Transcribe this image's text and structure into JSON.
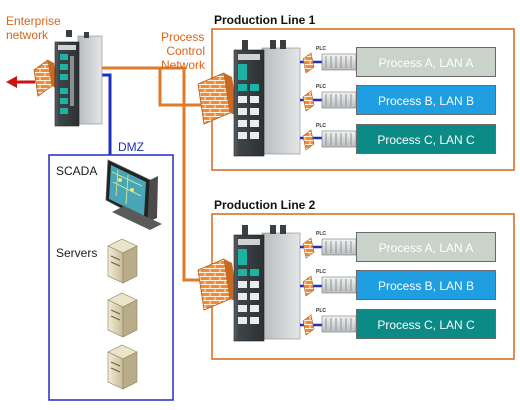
{
  "labels": {
    "enterprise_network": [
      "Enterprise",
      "network"
    ],
    "process_control_network": [
      "Process",
      "Control",
      "Network"
    ],
    "dmz": "DMZ",
    "scada": "SCADA",
    "servers": "Servers",
    "plc": "PLC"
  },
  "production_lines": [
    {
      "title": "Production Line 1",
      "processes": [
        {
          "label": "Process A, LAN A",
          "color": "#c9d3c9"
        },
        {
          "label": "Process B, LAN B",
          "color": "#1f9ee2"
        },
        {
          "label": "Process C, LAN C",
          "color": "#0c8a86"
        }
      ]
    },
    {
      "title": "Production Line 2",
      "processes": [
        {
          "label": "Process A, LAN A",
          "color": "#c9d3c9"
        },
        {
          "label": "Process B, LAN B",
          "color": "#1f9ee2"
        },
        {
          "label": "Process C, LAN C",
          "color": "#0c8a86"
        }
      ]
    }
  ],
  "colors": {
    "orange_line": "#de7a28",
    "blue_line": "#1f2fbf",
    "red_arrow": "#cc1111",
    "box_border": "#d9651a",
    "dmz_border": "#1f2fbf"
  }
}
